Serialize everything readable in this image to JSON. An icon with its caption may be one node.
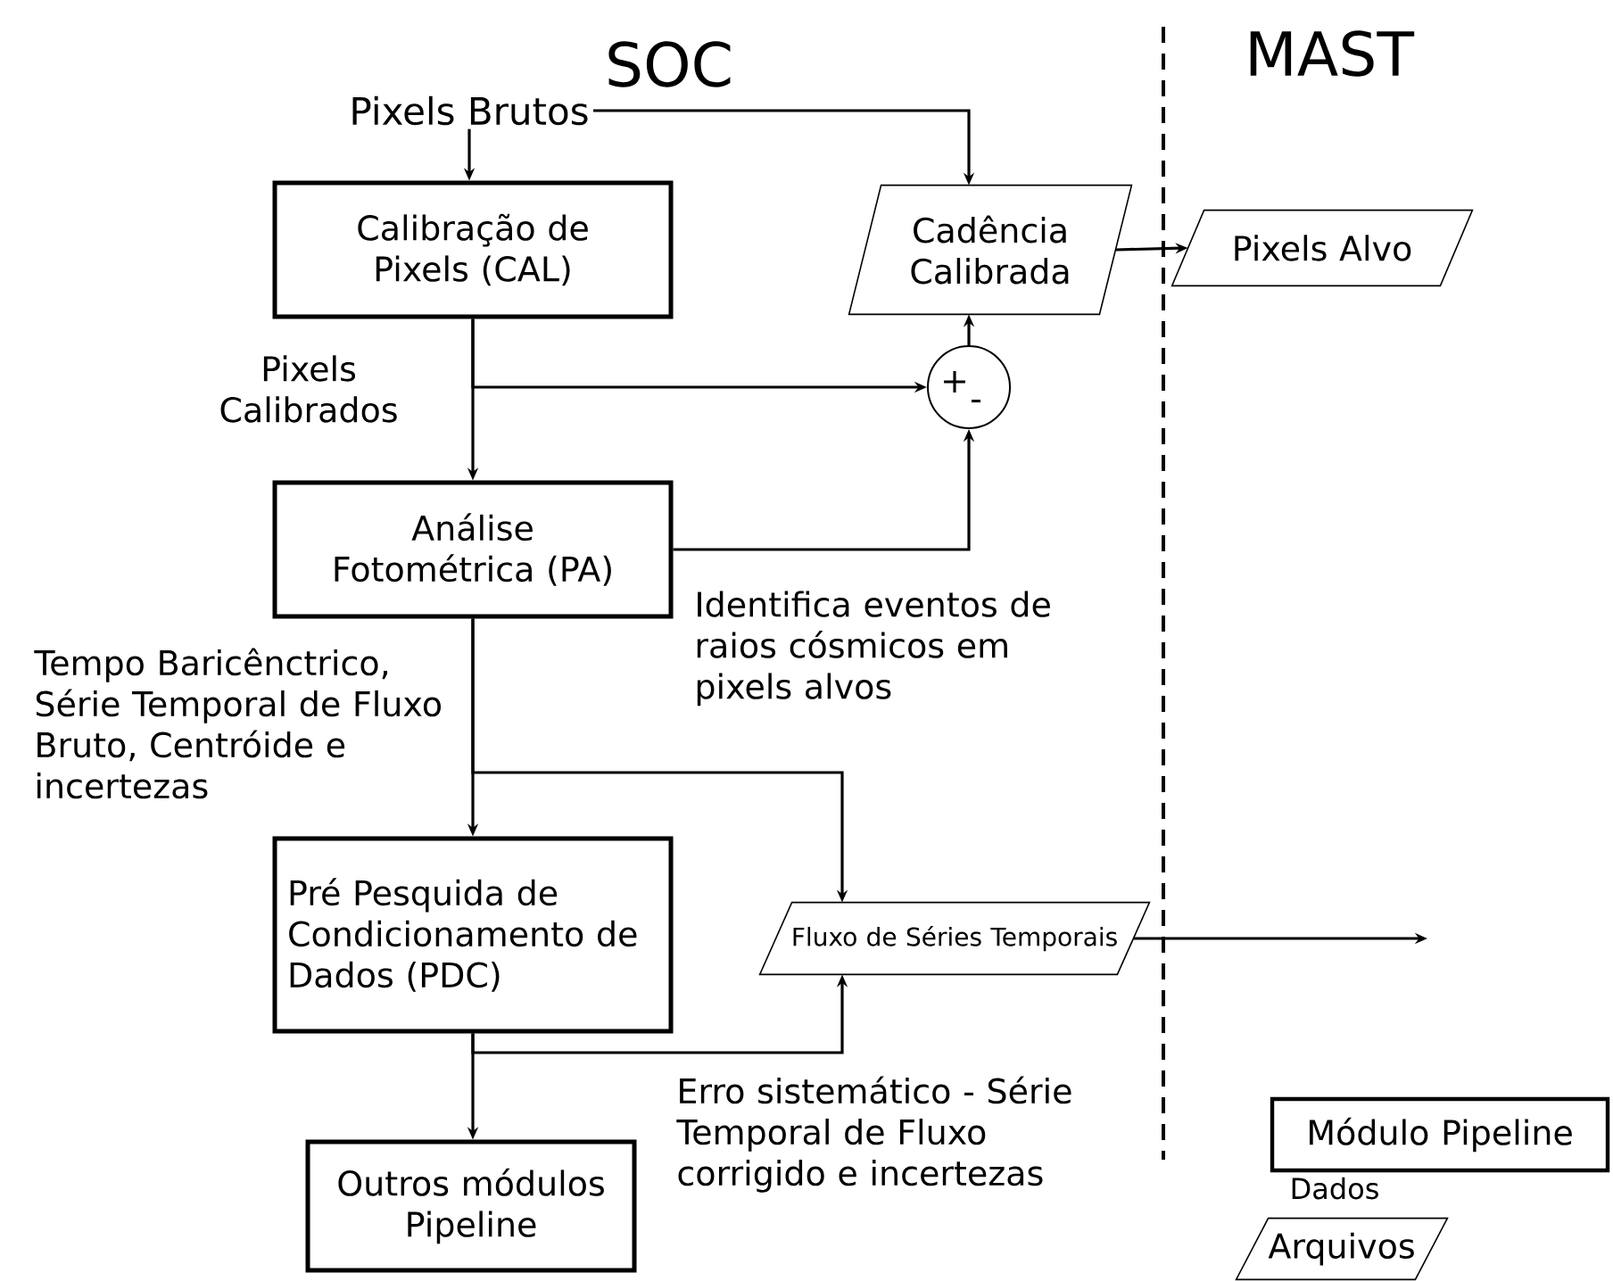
{
  "diagram": {
    "nodes": [
      {
        "text": [
          "Pixels Brutos"
        ]
      },
      {
        "text": [
          "Calibração de Pixels (CAL)"
        ]
      },
      {
        "text": [
          "Cadência Calibrada"
        ]
      },
      {
        "text": [
          "Pixels Alvo"
        ]
      },
      {
        "text": [
          "+",
          "-"
        ]
      },
      {
        "text": [
          "Análise Fotométrica (PA)"
        ]
      },
      {
        "text": [
          "Fluxo de Séries Temporais"
        ]
      },
      {
        "text": [
          "Pré Pesquida de Condicionamento de Dados (PDC)"
        ]
      },
      {
        "text": [
          "Outros módulos Pipeline"
        ]
      },
      {
        "text": [
          "Módulo Pipeline"
        ]
      },
      {
        "text": [
          "Arquivos"
        ]
      }
    ],
    "edges": [
      {
        "from": 0,
        "to": 1,
        "arrow": "to"
      },
      {
        "from": 0,
        "to": 2,
        "arrow": "to"
      },
      {
        "from": 2,
        "to": 3,
        "arrow": "to"
      },
      {
        "from": 1,
        "to": 5,
        "arrow": "to",
        "label": "Pixels Calibrados"
      },
      {
        "from": 1,
        "to": 4,
        "arrow": "to"
      },
      {
        "from": 5,
        "to": 4,
        "arrow": "to",
        "label": "Identifica eventos de raios cósmicos em pixels alvos"
      },
      {
        "from": 4,
        "to": 2,
        "arrow": "to"
      },
      {
        "from": 5,
        "to": 7,
        "arrow": "to",
        "label": "Tempo Baricênctrico, Série Temporal de Fluxo Bruto, Centróide e incertezas"
      },
      {
        "from": 5,
        "to": 6,
        "arrow": "to"
      },
      {
        "from": 7,
        "to": 8,
        "arrow": "to"
      },
      {
        "from": 7,
        "to": 6,
        "arrow": "to",
        "label": "Erro sistemático - Série Temporal de Fluxo corrigido e incertezas"
      },
      {
        "from": 6,
        "to": null,
        "arrow": "to"
      }
    ],
    "labels": [
      "SOC",
      "MAST",
      "Dados"
    ]
  }
}
